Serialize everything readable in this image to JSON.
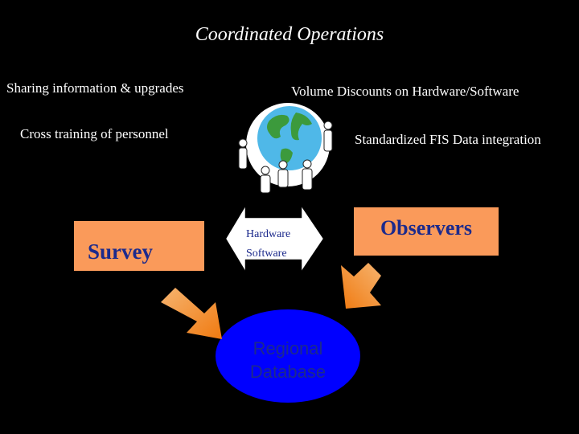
{
  "slide": {
    "title": "Coordinated Operations",
    "benefits": [
      "Sharing information & upgrades",
      "Volume Discounts on Hardware/Software",
      "Cross training of personnel",
      "Standardized FIS Data integration"
    ]
  },
  "nodes": {
    "survey": "Survey",
    "observers": "Observers",
    "exchange": [
      "Hardware",
      "Software"
    ],
    "database": [
      "Regional",
      "Database"
    ]
  },
  "colors": {
    "background": "#000000",
    "box_fill": "#fa9a5a",
    "box_text": "#1c2a8c",
    "database_fill": "#0000ff",
    "text": "#ffffff"
  },
  "icons": [
    "globe-people-clipart",
    "arrow-down-right-icon",
    "arrow-down-left-icon",
    "double-arrow-icon"
  ]
}
